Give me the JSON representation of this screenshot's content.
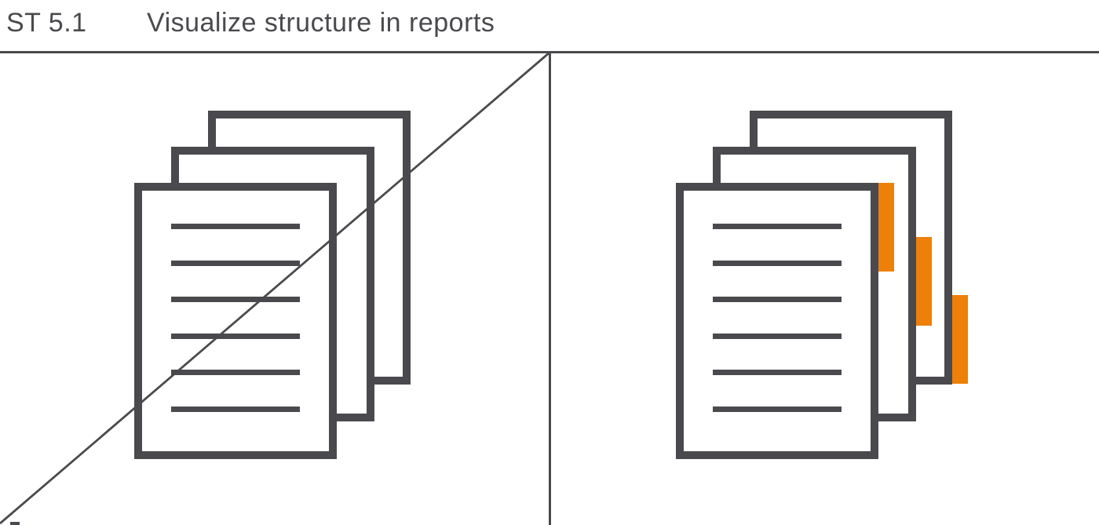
{
  "header": {
    "section_id": "ST 5.1",
    "title": "Visualize structure in reports"
  },
  "colors": {
    "stroke_gray": "#4A4A4E",
    "accent_orange": "#ED8008",
    "background": "#FFFFFF"
  },
  "left_panel": {
    "icon": "document-stack-icon",
    "document_count": 3,
    "text_line_count": 6,
    "strikethrough": "diagonal-line"
  },
  "right_panel": {
    "icon": "document-stack-with-markers-icon",
    "document_count": 3,
    "text_line_count": 6,
    "marker_count": 3
  }
}
